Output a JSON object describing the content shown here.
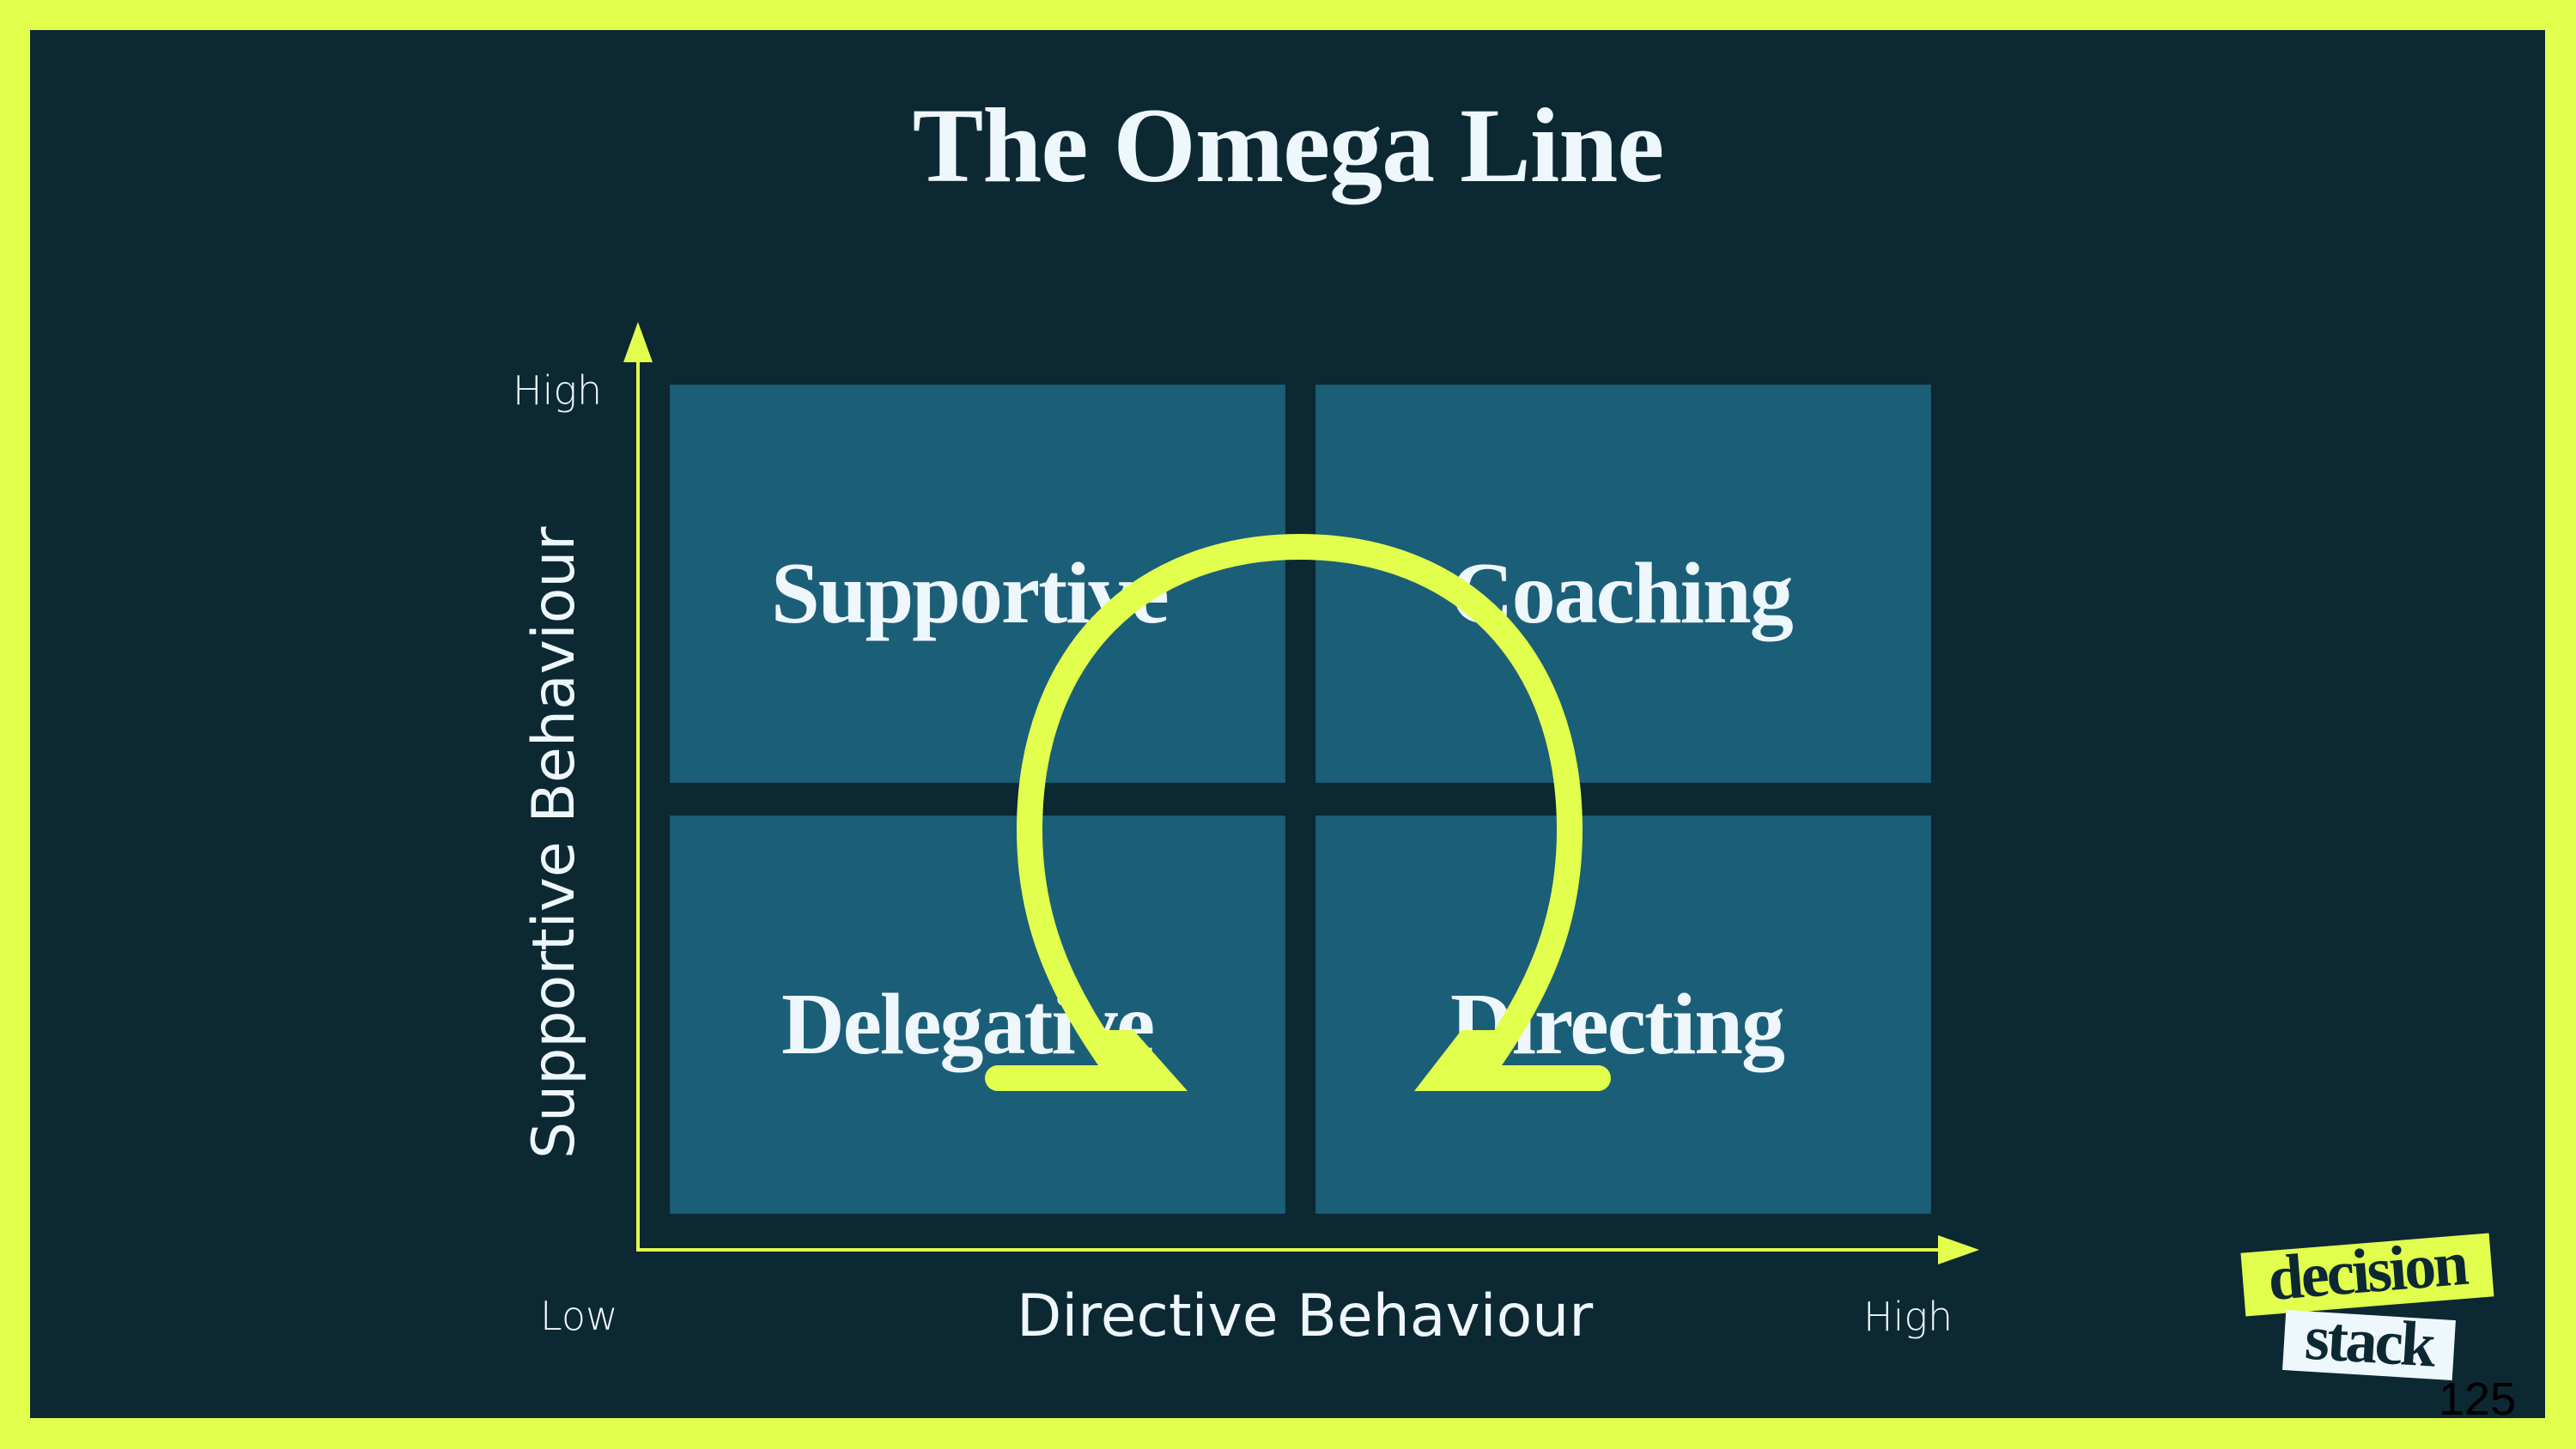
{
  "slide": {
    "title": "The Omega Line",
    "colors": {
      "frame": "#E2FF4D",
      "background": "#0C2833",
      "quadrant": "#1B5E78",
      "text": "#EEF7FC",
      "accent": "#E2FF4D"
    }
  },
  "axes": {
    "y": {
      "label": "Supportive Behaviour",
      "high": "High"
    },
    "x": {
      "label": "Directive Behaviour",
      "low": "Low",
      "high": "High"
    }
  },
  "quadrants": [
    {
      "label": "Supportive",
      "position": "top-left"
    },
    {
      "label": "Coaching",
      "position": "top-right"
    },
    {
      "label": "Delegative",
      "position": "bottom-left"
    },
    {
      "label": "Directing",
      "position": "bottom-right"
    }
  ],
  "overlay": {
    "icon": "omega-symbol-icon"
  },
  "logo": {
    "line1": "decision",
    "line2": "stack"
  },
  "page_number": "125"
}
